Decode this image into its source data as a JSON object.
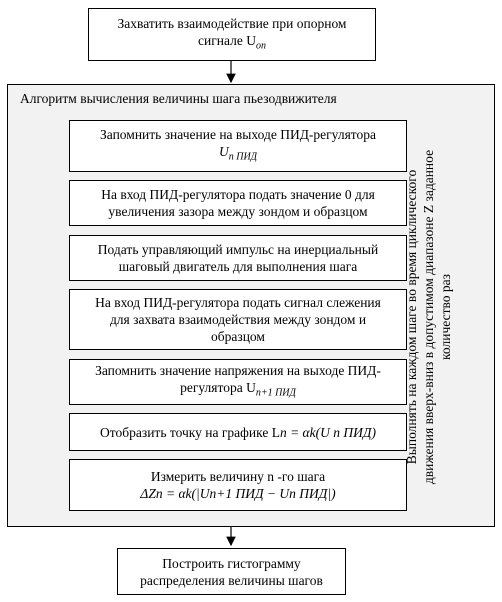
{
  "top_box": {
    "line1": "Захватить взаимодействие при опорном",
    "line2": "сигнале U",
    "sub": "оп"
  },
  "container": {
    "title": "Алгоритм вычисления величины шага пьезодвижителя"
  },
  "steps": [
    {
      "line1": "Запомнить значение на выходе ПИД-регулятора",
      "line2": "U",
      "sub": "n ПИД"
    },
    {
      "line1": "На вход ПИД-регулятора подать значение 0 для",
      "line2": "увеличения зазора между зондом и образцом"
    },
    {
      "line1": "Подать управляющий импульс на инерциальный",
      "line2": "шаговый двигатель для выполнения шага"
    },
    {
      "line1": "На вход ПИД-регулятора подать сигнал слежения",
      "line2": "для захвата взаимодействия между зондом и",
      "line3": "образцом"
    },
    {
      "line1": "Запомнить значение напряжения на выходе ПИД-",
      "line2": "регулятора U",
      "sub": "n+1 ПИД"
    },
    {
      "line1": "Отобразить точку на графике L",
      "formula": "n = αk(U n ПИД)"
    },
    {
      "line1": "Измерить величину n -го шага",
      "formula": "ΔZn = αk(|Un+1 ПИД − Un ПИД|)"
    }
  ],
  "side_text": {
    "line1": "Выполнять на каждом шаге во время циклического",
    "line2": "движения вверх-вниз в допустимом диапазоне Z заданное",
    "line3": "количество раз"
  },
  "bottom_box": {
    "line1": "Построить гистограмму",
    "line2": "распределения величины шагов"
  }
}
